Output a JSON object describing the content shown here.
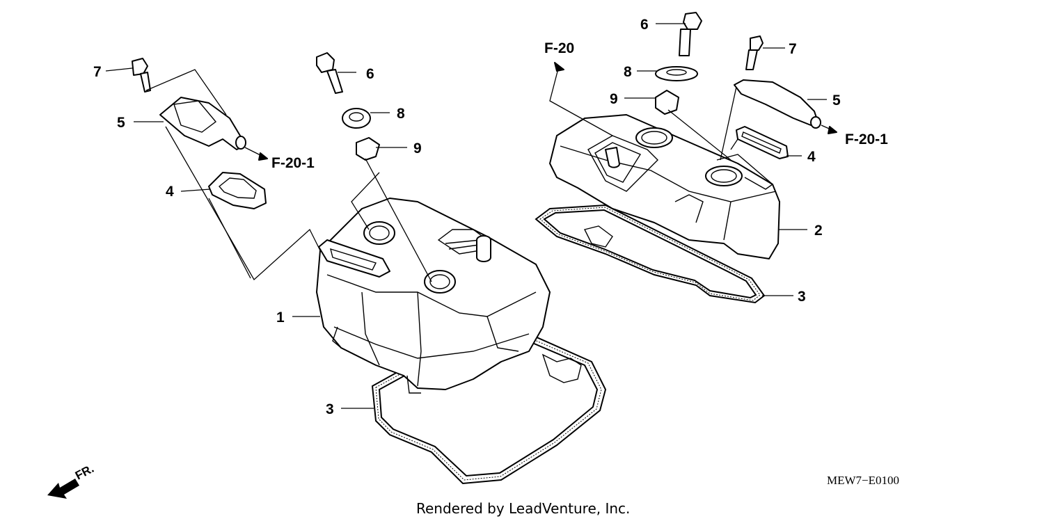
{
  "labels": {
    "l7a": "7",
    "l5a": "5",
    "l4a": "4",
    "l6a": "6",
    "l8a": "8",
    "l9a": "9",
    "l1": "1",
    "l3a": "3",
    "l6b": "6",
    "l8b": "8",
    "l9b": "9",
    "l7b": "7",
    "l5b": "5",
    "l4b": "4",
    "l2": "2",
    "l3b": "3"
  },
  "refs": {
    "f20_1_left": "F-20-1",
    "f20": "F-20",
    "f20_1_right": "F-20-1"
  },
  "direction": "FR.",
  "diagram_code": "MEW7−E0100",
  "credit": "Rendered by LeadVenture, Inc."
}
